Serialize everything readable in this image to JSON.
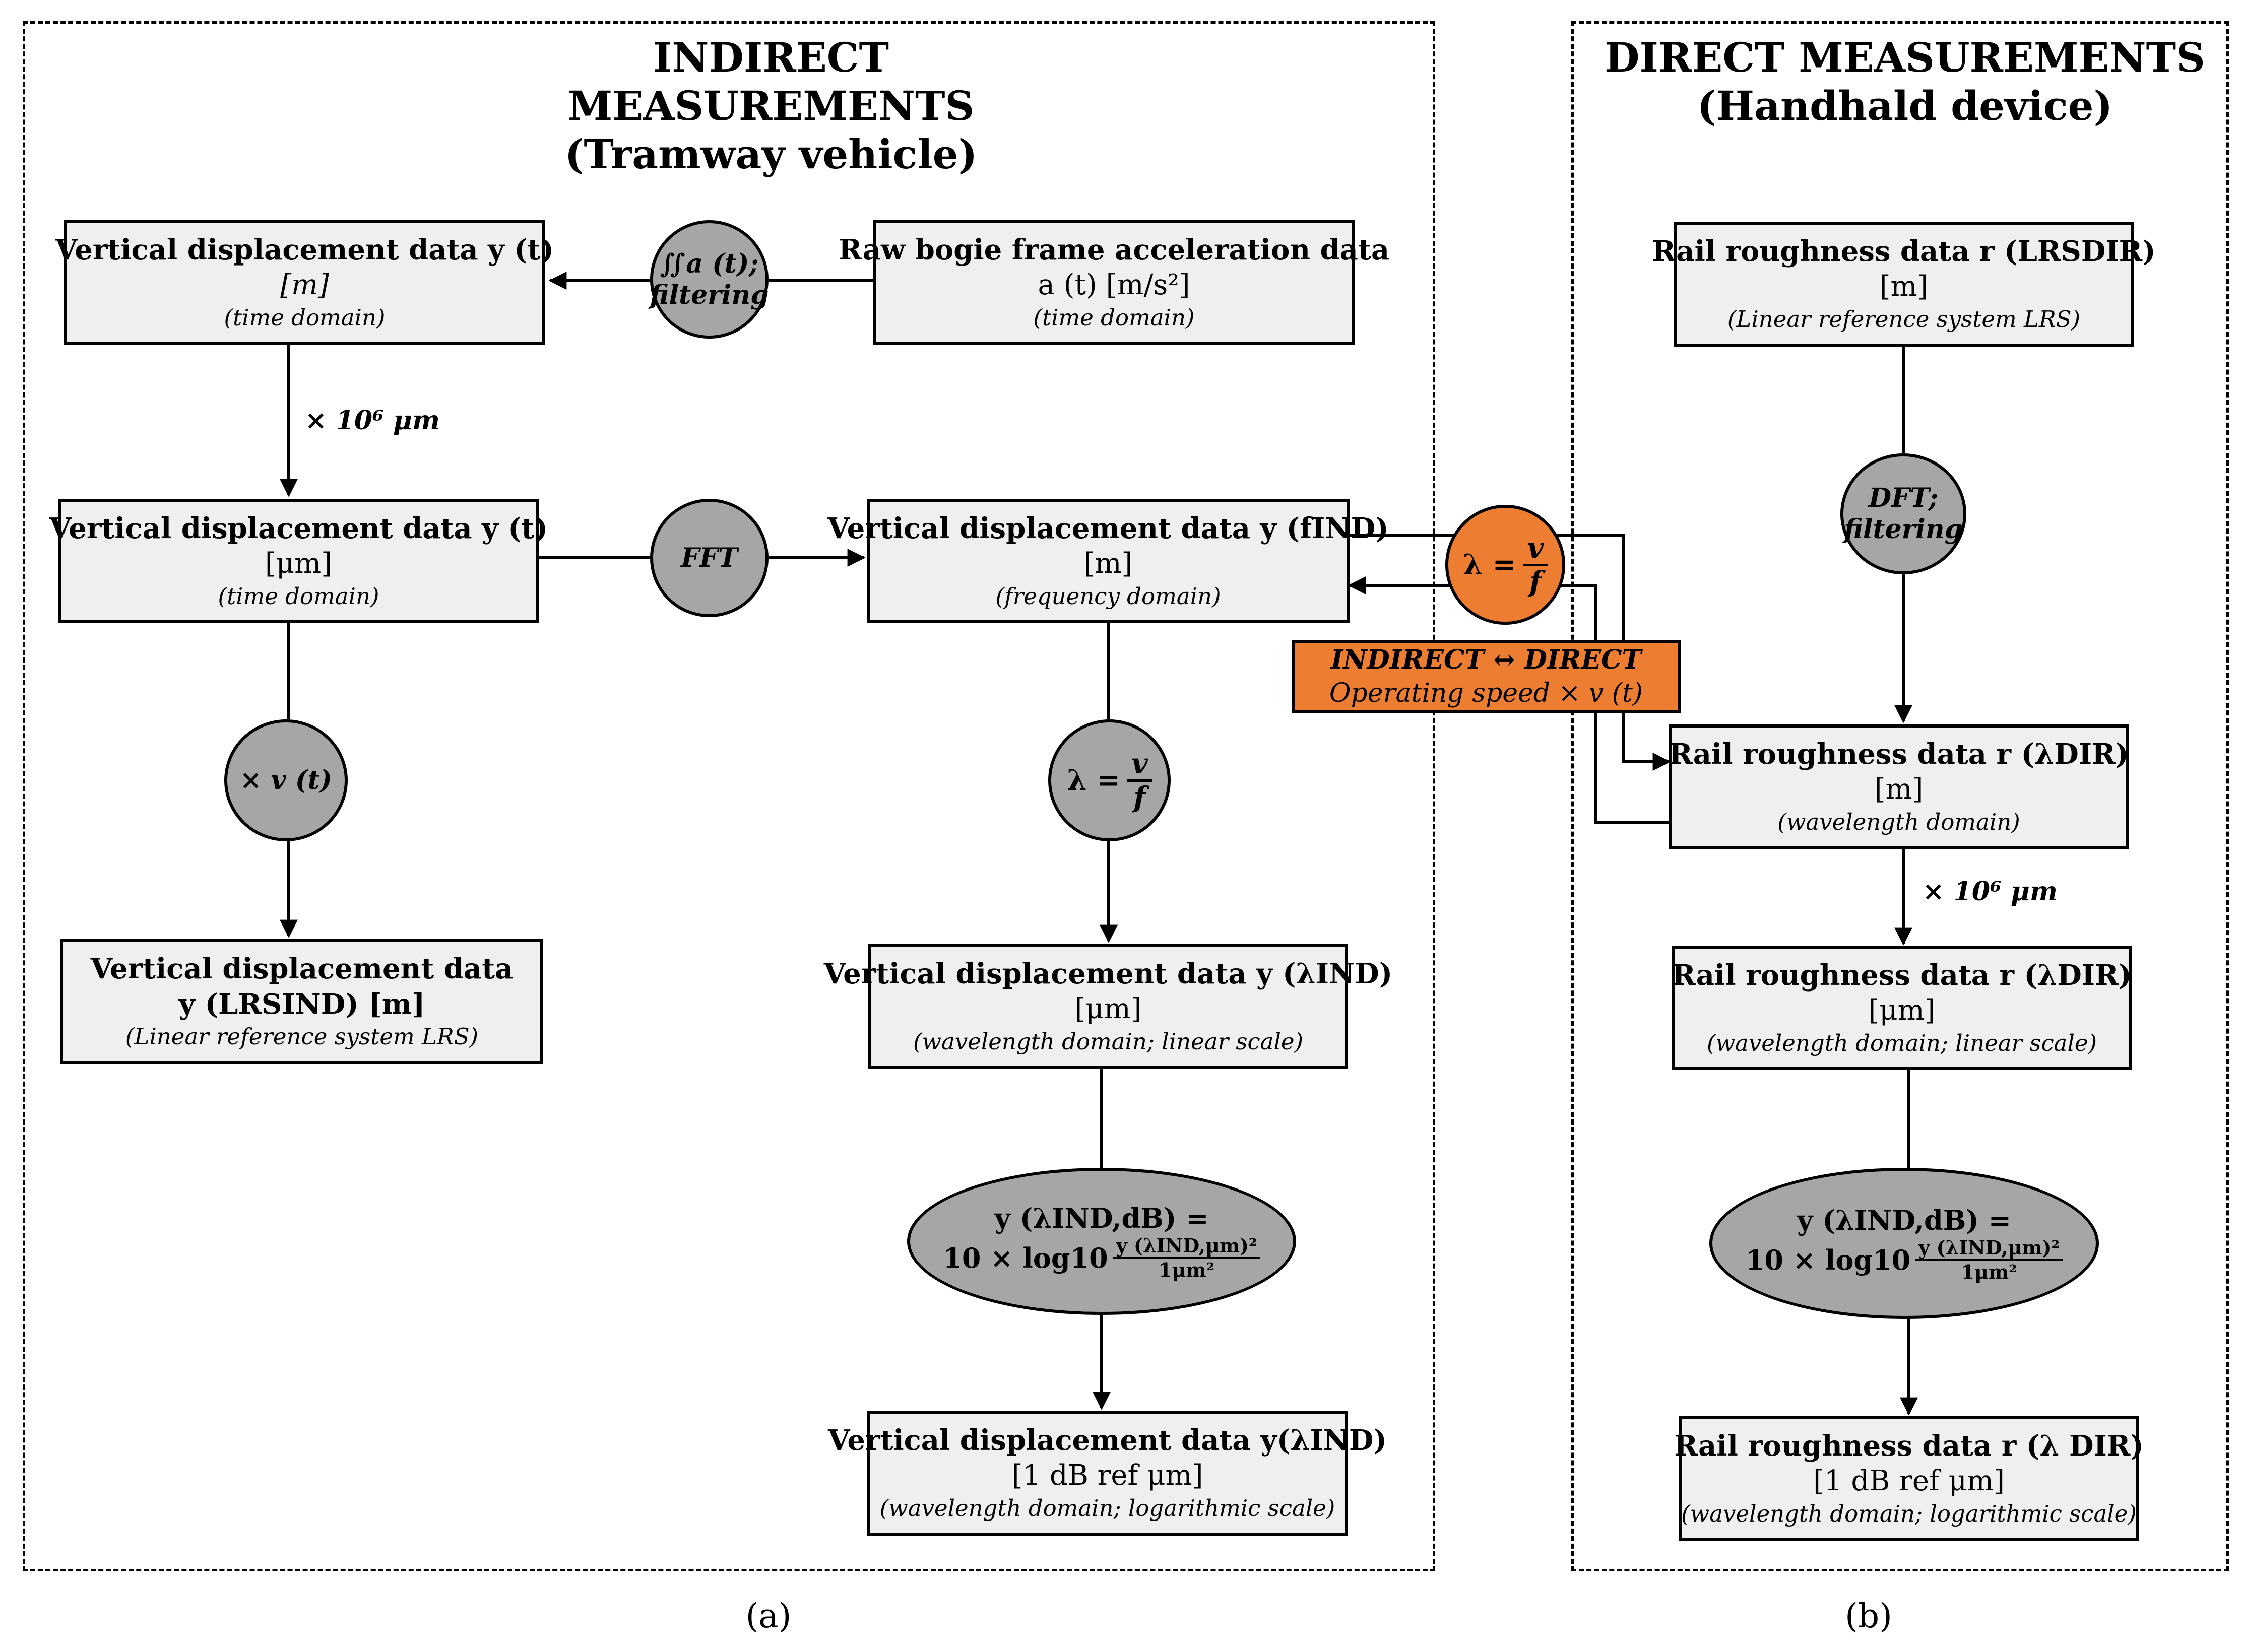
{
  "panel_a": {
    "title_line1": "INDIRECT",
    "title_line2": "MEASUREMENTS",
    "title_line3": "(Tramway vehicle)",
    "caption": "(a)"
  },
  "panel_b": {
    "title_line1": "DIRECT MEASUREMENTS",
    "title_line2": "(Handhald device)",
    "caption": "(b)"
  },
  "boxes": {
    "raw_accel": {
      "l1": "Raw bogie frame acceleration data",
      "l2": "a (t) [m/s²]",
      "l3": "(time domain)"
    },
    "vd_t_m": {
      "l1": "Vertical displacement data y (t)",
      "l2": "[m]",
      "l3": "(time domain)"
    },
    "vd_t_um": {
      "l1": "Vertical displacement data y (t)",
      "l2": "[μm]",
      "l3": "(time domain)"
    },
    "vd_f": {
      "l1": "Vertical displacement data y (fIND)",
      "l2": "[m]",
      "l3": "(frequency domain)"
    },
    "vd_lrs": {
      "l1": "Vertical displacement data",
      "l2": "y (LRSIND) [m]",
      "l3": "(Linear reference system LRS)"
    },
    "vd_lambda_um": {
      "l1": "Vertical  displacement data y (λIND)",
      "l2": "[μm]",
      "l3": "(wavelength domain; linear scale)"
    },
    "vd_lambda_db": {
      "l1": "Vertical displacement data y(λIND)",
      "l2": "[1 dB ref μm]",
      "l3": "(wavelength domain; logarithmic scale)"
    },
    "rr_lrs": {
      "l1": "Rail roughness data r (LRSDIR)",
      "l2": "[m]",
      "l3": "(Linear reference system LRS)"
    },
    "rr_lambda_m": {
      "l1": "Rail roughness data r (λDIR)",
      "l2": "[m]",
      "l3": "(wavelength domain)"
    },
    "rr_lambda_um": {
      "l1": "Rail roughness data r (λDIR)",
      "l2": "[μm]",
      "l3": "(wavelength domain; linear scale)"
    },
    "rr_lambda_db": {
      "l1": "Rail roughness data r (λ DIR)",
      "l2": "[1 dB ref μm]",
      "l3": "(wavelength domain; logarithmic scale)"
    }
  },
  "nodes": {
    "integrate_l1": "∬a (t);",
    "integrate_l2": "filtering",
    "fft": "FFT",
    "times_v": "× v (t)",
    "lambda_lhs": "λ =",
    "lambda_num": "v",
    "lambda_den": "f",
    "dft_l1": "DFT;",
    "dft_l2": "filtering",
    "db_lhs": "y (λIND,dB) =",
    "db_pre": "10 × log10",
    "db_num": "y (λIND,μm)²",
    "db_den": "1μm²"
  },
  "labels": {
    "scale_a": "× 10⁶ μm",
    "scale_b": "× 10⁶ μm"
  },
  "conversion": {
    "line1": "INDIRECT  ↔ DIRECT",
    "line2": "Operating speed × v (t)"
  },
  "colors": {
    "box_fill": "#efefef",
    "node_fill": "#a6a6a6",
    "accent_orange": "#ed7d31"
  }
}
